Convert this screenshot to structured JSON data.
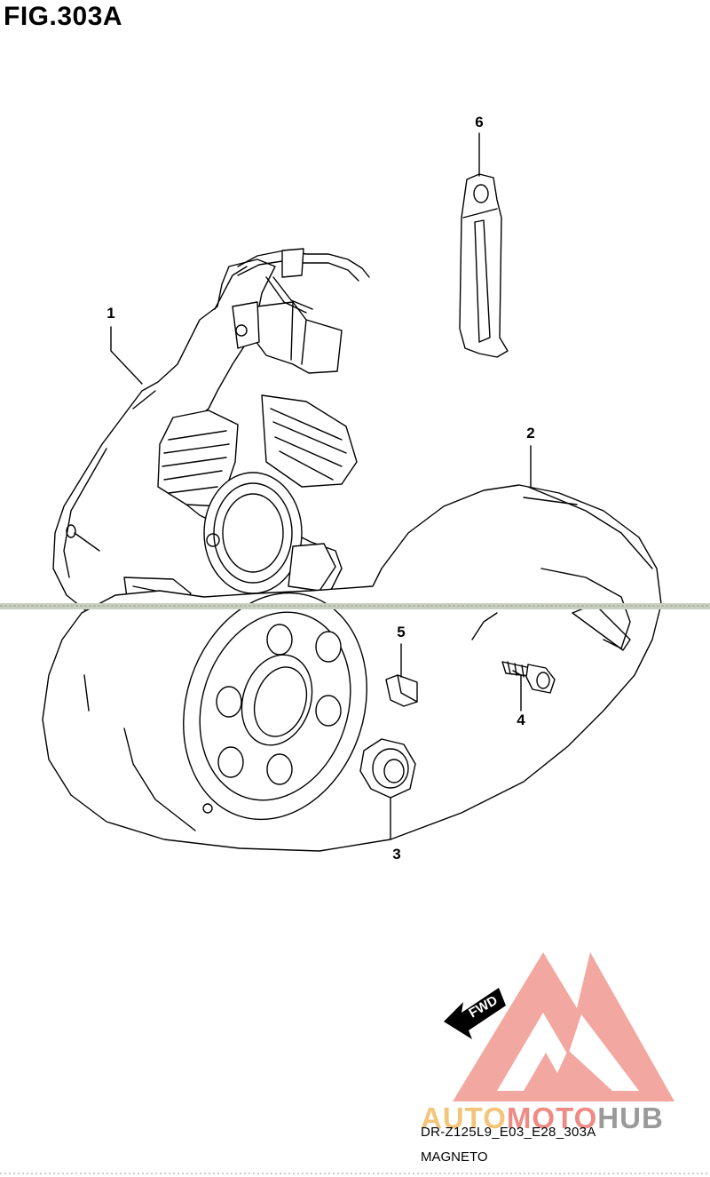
{
  "figure": {
    "title": "FIG.303A",
    "code": "DR-Z125L9_E03_E28_303A",
    "name": "MAGNETO"
  },
  "callouts": [
    "1",
    "2",
    "3",
    "4",
    "5",
    "6"
  ],
  "fwd_label": "FWD",
  "watermark": {
    "part_a": "AUTO",
    "part_b": "MOTO",
    "part_c": "HUB",
    "colors": {
      "a": "#f3c57a",
      "b": "#ef8a84",
      "c": "#9a9a9a",
      "logo": "#f08a82"
    }
  }
}
